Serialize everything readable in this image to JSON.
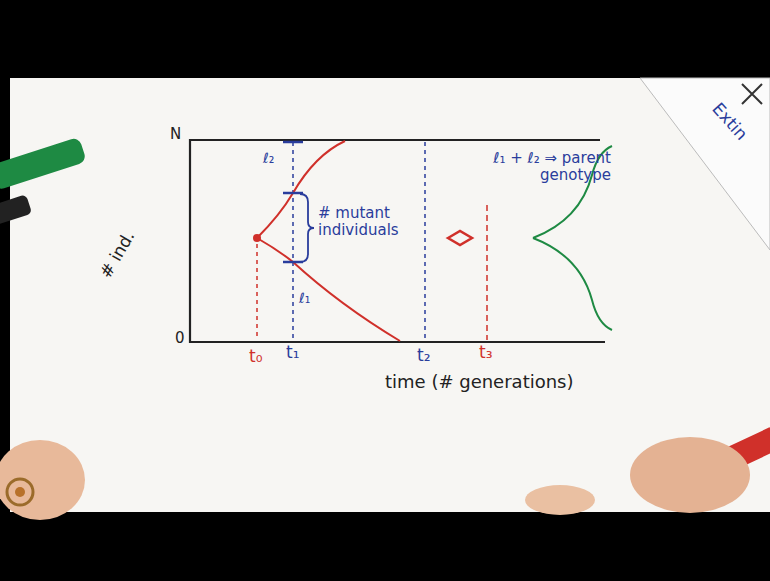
{
  "diagram": {
    "labels": [
      "N",
      "0",
      "# ind.",
      "ℓ₂",
      "ℓ₁",
      "# mutant individuals",
      "ℓ₁ + ℓ₂ ⇒ parent genotype",
      "t₀",
      "t₁",
      "t₂",
      "t₃",
      "time (# generations)",
      "Extin"
    ]
  }
}
